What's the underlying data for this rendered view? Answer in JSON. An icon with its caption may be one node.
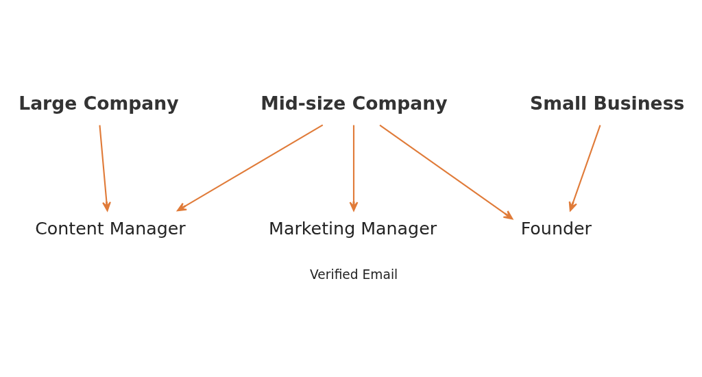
{
  "diagram": {
    "nodes": [
      {
        "text": [
          "Large Company"
        ]
      },
      {
        "text": [
          "Mid-size Company"
        ]
      },
      {
        "text": [
          "Small Business"
        ]
      },
      {
        "text": [
          "Content Manager"
        ]
      },
      {
        "text": [
          "Marketing Manager"
        ],
        "beside": [
          "Verified Email"
        ]
      },
      {
        "text": [
          "Founder"
        ]
      }
    ],
    "edges": [
      {
        "from": 0,
        "to": 3,
        "arrow": "to"
      },
      {
        "from": 1,
        "to": 3,
        "arrow": "to"
      },
      {
        "from": 1,
        "to": 4,
        "arrow": "to"
      },
      {
        "from": 1,
        "to": 5,
        "arrow": "to"
      },
      {
        "from": 2,
        "to": 5,
        "arrow": "to"
      }
    ]
  }
}
